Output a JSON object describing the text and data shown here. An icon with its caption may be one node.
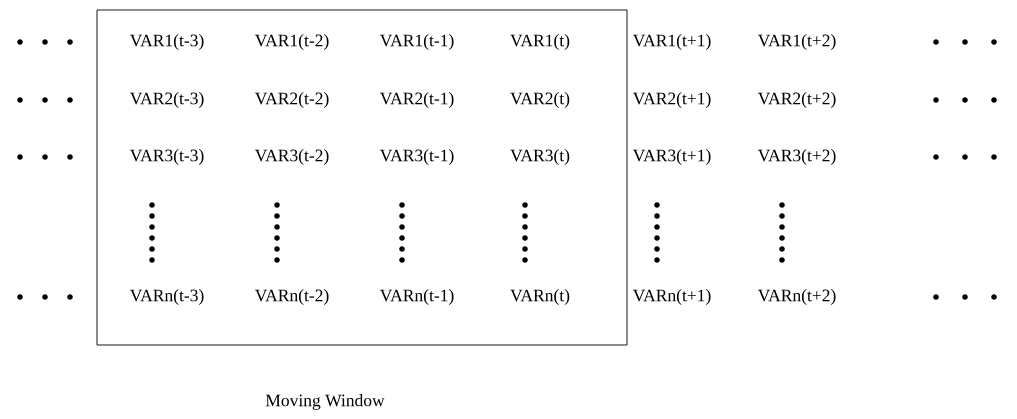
{
  "diagram": {
    "nodes": [
      {
        "text": [
          "Moving Window"
        ]
      }
    ],
    "edges": [],
    "labels": [
      "VAR1(t-3)",
      "VAR1(t-2)",
      "VAR1(t-1)",
      "VAR1(t)",
      "VAR1(t+1)",
      "VAR1(t+2)",
      "VAR2(t-3)",
      "VAR2(t-2)",
      "VAR2(t-1)",
      "VAR2(t)",
      "VAR2(t+1)",
      "VAR2(t+2)",
      "VAR3(t-3)",
      "VAR3(t-2)",
      "VAR3(t-1)",
      "VAR3(t)",
      "VAR3(t+1)",
      "VAR3(t+2)",
      "VARn(t-3)",
      "VARn(t-2)",
      "VARn(t-1)",
      "VARn(t)",
      "VARn(t+1)",
      "VARn(t+2)"
    ]
  }
}
